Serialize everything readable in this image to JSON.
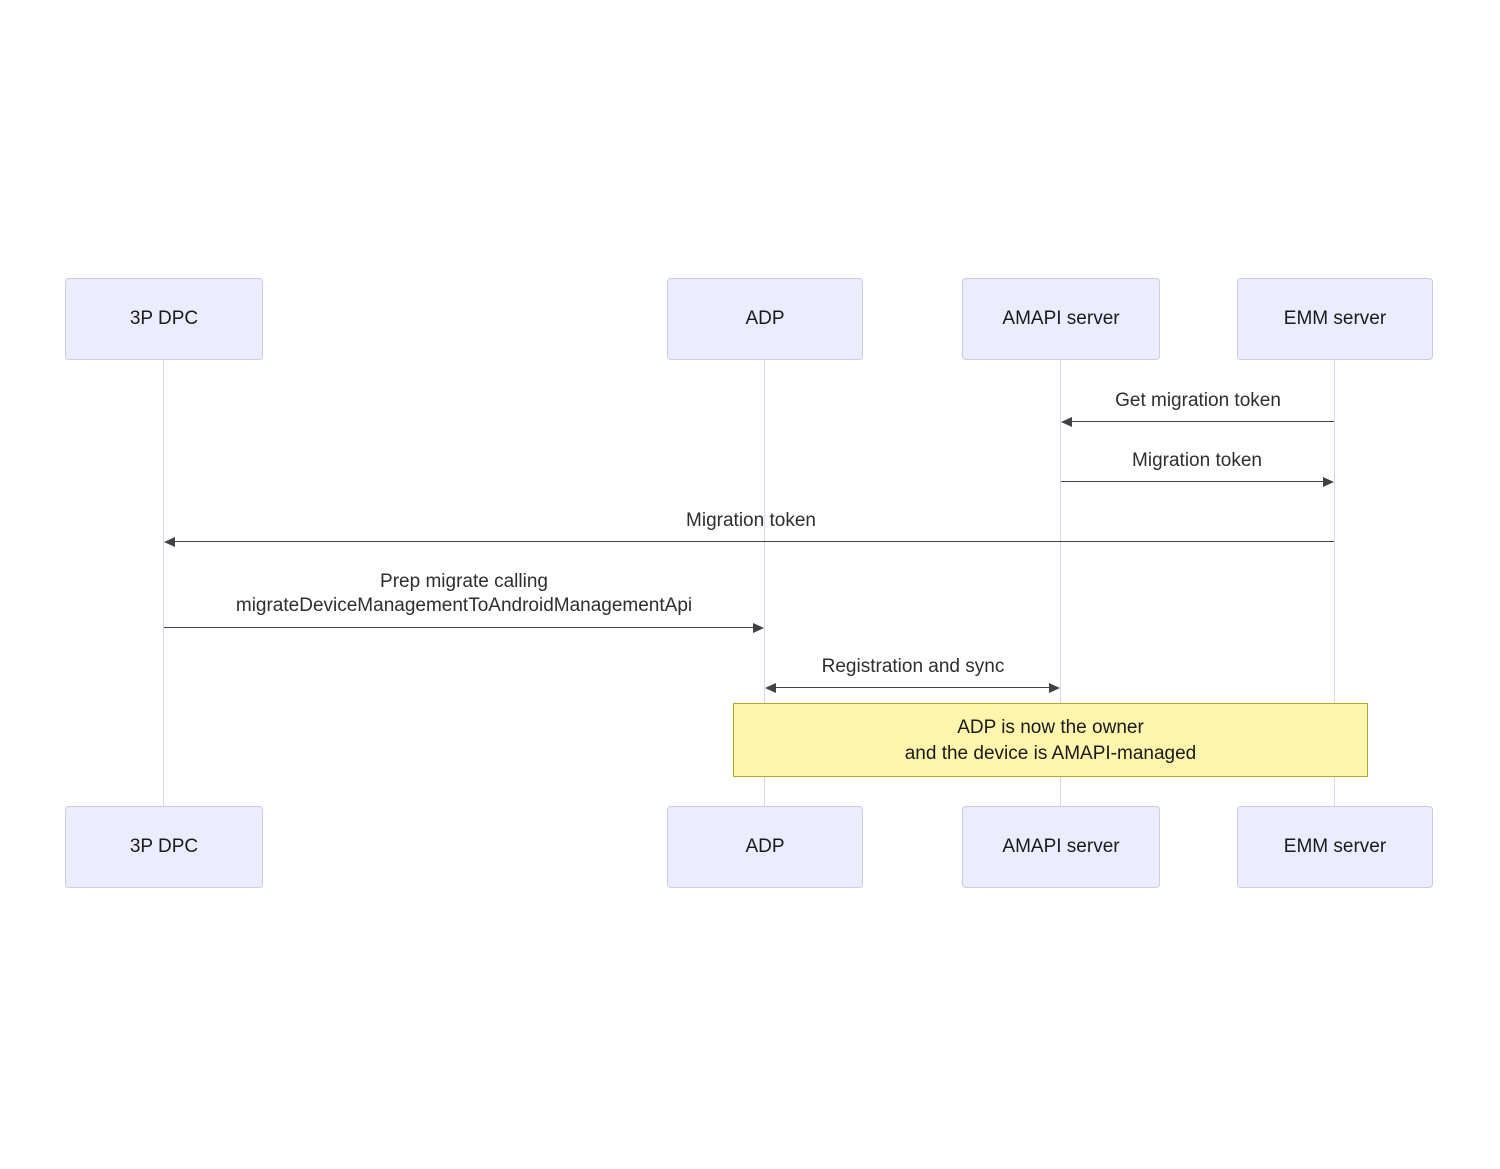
{
  "diagram": {
    "type": "sequence",
    "actors_top": [
      "3P DPC",
      "ADP",
      "AMAPI server",
      "EMM server"
    ],
    "actors_bottom": [
      "3P DPC",
      "ADP",
      "AMAPI server",
      "EMM server"
    ],
    "messages": [
      {
        "label": "Get migration token",
        "from": "EMM server",
        "to": "AMAPI server",
        "direction": "left"
      },
      {
        "label": "Migration token",
        "from": "AMAPI server",
        "to": "EMM server",
        "direction": "right"
      },
      {
        "label": "Migration token",
        "from": "EMM server",
        "to": "3P DPC",
        "direction": "left"
      },
      {
        "label": "Prep migrate calling\nmigrateDeviceManagementToAndroidManagementApi",
        "from": "3P DPC",
        "to": "ADP",
        "direction": "right"
      },
      {
        "label": "Registration and sync",
        "from": "ADP",
        "to": "AMAPI server",
        "direction": "both"
      }
    ],
    "note": {
      "text": "ADP is now the owner\nand the device is AMAPI-managed"
    },
    "colors": {
      "actor_fill": "#ECECFF",
      "actor_border": "#CBCBE8",
      "lifeline": "#D8D8E8",
      "arrow": "#424242",
      "note_fill": "#FFF5AD",
      "note_border": "#AAAA33",
      "background": "#FFFFFF"
    }
  }
}
